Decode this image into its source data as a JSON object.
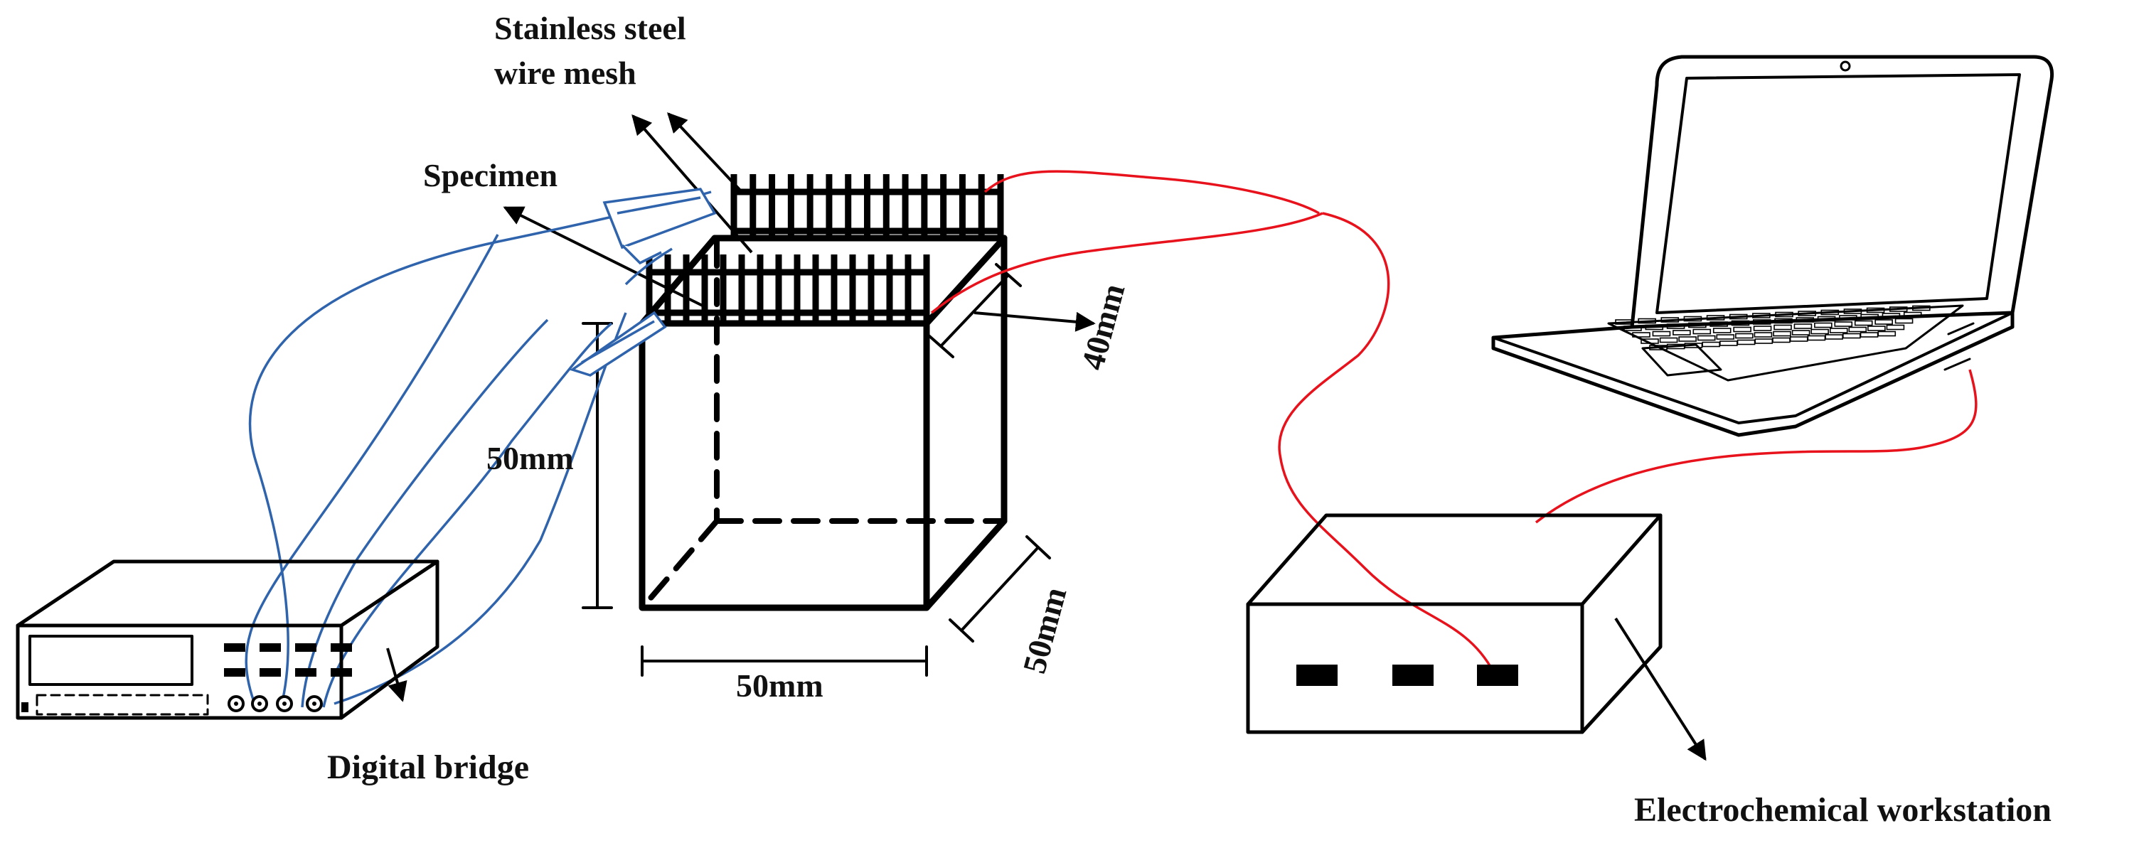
{
  "labels": {
    "wire_mesh_line1": "Stainless steel",
    "wire_mesh_line2": "wire mesh",
    "specimen": "Specimen",
    "height_dim": "50mm",
    "width_dim": "50mm",
    "depth_dim": "50mm",
    "top_depth_dim": "40mm",
    "digital_bridge": "Digital bridge",
    "electrochemical_workstation": "Electrochemical workstation"
  },
  "colors": {
    "outline": "#000000",
    "blue_wire": "#2f64ad",
    "red_wire": "#e8121c"
  },
  "icons": {
    "laptop": "laptop-icon",
    "bridge": "digital-bridge-device",
    "workstation": "electrochemical-workstation-device",
    "clip": "alligator-clip-icon"
  }
}
